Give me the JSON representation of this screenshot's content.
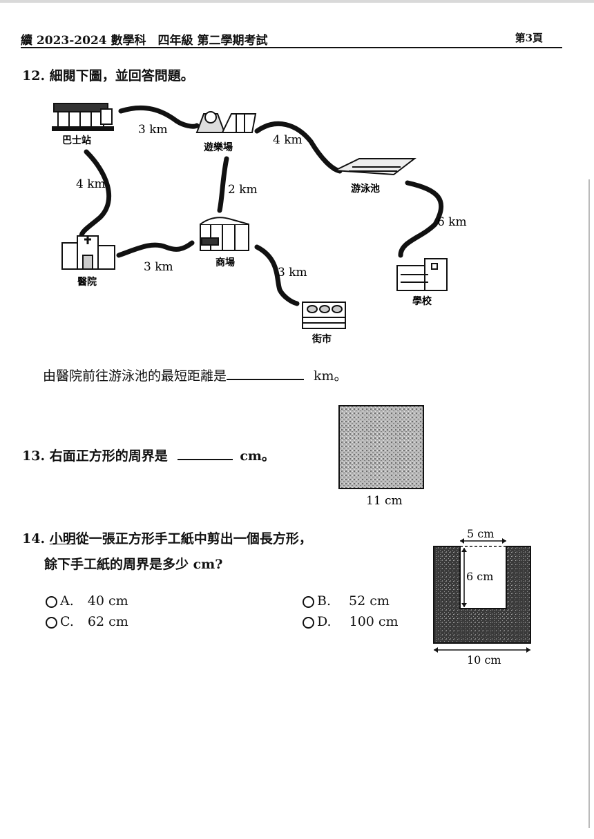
{
  "header": {
    "title": "續 2023-2024 數學科　四年級 第二學期考試",
    "page": "第3頁"
  },
  "q12": {
    "number": "12.",
    "prompt": "細閱下圖，並回答問題。",
    "places": {
      "bus_station": "巴士站",
      "playground": "遊樂場",
      "pool": "游泳池",
      "hospital": "醫院",
      "mall": "商場",
      "market": "街市",
      "school": "學校"
    },
    "distances": {
      "bus_playground": "3 km",
      "playground_pool": "4 km",
      "bus_hospital": "4 km",
      "playground_mall": "2 km",
      "pool_school": "6 km",
      "hospital_mall": "3 km",
      "mall_market": "3 km"
    },
    "question": "由醫院前往游泳池的最短距離是",
    "unit": "km。"
  },
  "q13": {
    "number": "13.",
    "prompt": "右面正方形的周界是",
    "unit": "cm。",
    "side_label": "11 cm"
  },
  "q14": {
    "number": "14.",
    "name": "小明",
    "prompt_rest": "從一張正方形手工紙中剪出一個長方形，",
    "prompt_line2": "餘下手工紙的周界是多少 cm?",
    "options": [
      {
        "letter": "A.",
        "value": "40 cm"
      },
      {
        "letter": "B.",
        "value": "52 cm"
      },
      {
        "letter": "C.",
        "value": "62 cm"
      },
      {
        "letter": "D.",
        "value": "100 cm"
      }
    ],
    "figure_labels": {
      "cut_width": "5 cm",
      "cut_height": "6 cm",
      "side": "10 cm"
    }
  }
}
